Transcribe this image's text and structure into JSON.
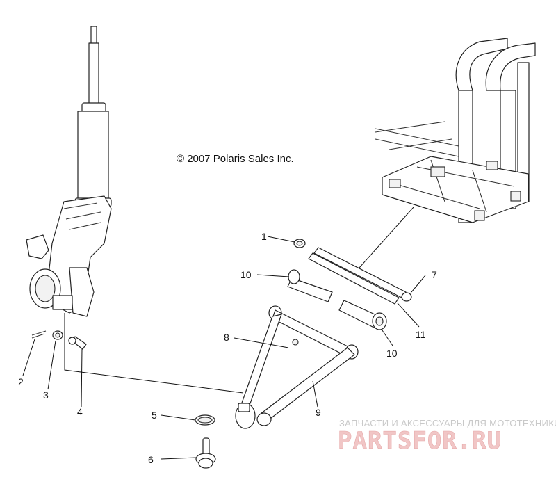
{
  "copyright": "© 2007 Polaris Sales Inc.",
  "callouts": {
    "c1": "1",
    "c2": "2",
    "c3": "3",
    "c4": "4",
    "c5": "5",
    "c6": "6",
    "c7": "7",
    "c8": "8",
    "c9": "9",
    "c10a": "10",
    "c10b": "10",
    "c11": "11"
  },
  "watermark": {
    "subtitle": "ЗАПЧАСТИ И АКСЕССУАРЫ ДЛЯ МОТОТЕХНИКИ",
    "logo": "PARTSFOR.RU"
  }
}
